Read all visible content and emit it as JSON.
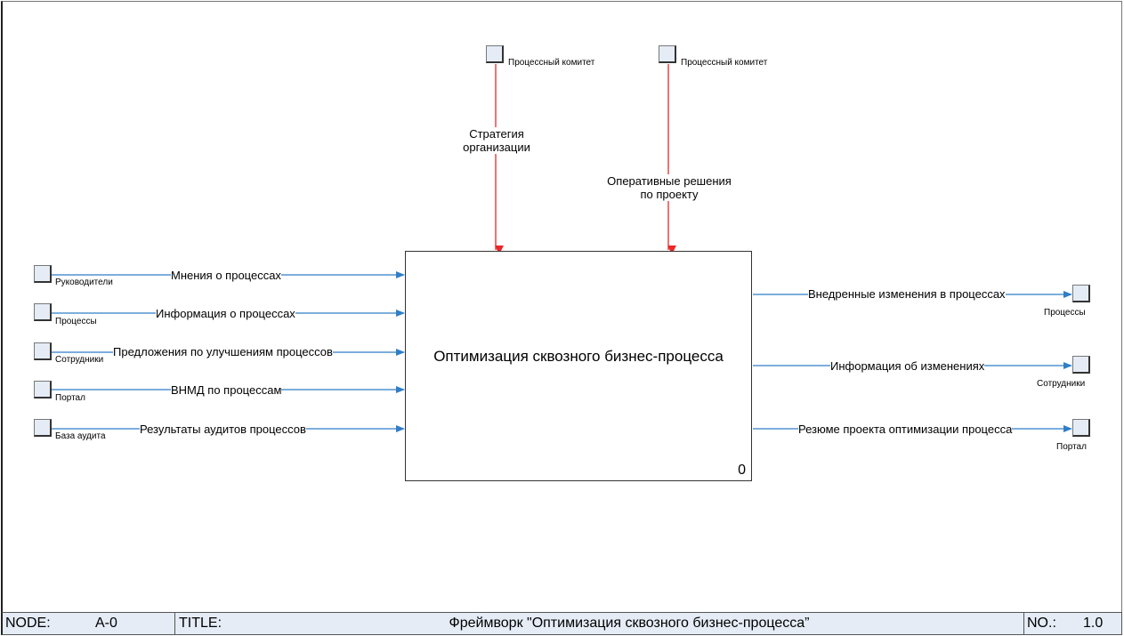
{
  "diagram": {
    "activity": {
      "name": "Оптимизация сквозного бизнес-процесса",
      "number": "0"
    },
    "controls": [
      {
        "label": [
          "Стратегия",
          "организации"
        ],
        "tunnel": "Процессный комитет"
      },
      {
        "label": [
          "Оперативные решения",
          "по проекту"
        ],
        "tunnel": "Процессный комитет"
      }
    ],
    "inputs": [
      {
        "label": "Мнения о процессах",
        "tunnel": "Руководители"
      },
      {
        "label": "Информация о процессах",
        "tunnel": "Процессы"
      },
      {
        "label": "Предложения по улучшениям процессов",
        "tunnel": "Сотрудники"
      },
      {
        "label": "ВНМД по процессам",
        "tunnel": "Портал"
      },
      {
        "label": "Результаты аудитов процессов",
        "tunnel": "База аудита"
      }
    ],
    "outputs": [
      {
        "label": "Внедренные изменения в процессах",
        "tunnel": "Процессы"
      },
      {
        "label": "Информация об изменениях",
        "tunnel": "Сотрудники"
      },
      {
        "label": "Резюме проекта оптимизации процесса",
        "tunnel": "Портал"
      }
    ],
    "colors": {
      "input_arrow": "#2f7ec8",
      "output_arrow": "#2f7ec8",
      "control_arrow": "#e8282a",
      "tunnel_fill": "#e5ecf6"
    }
  },
  "footer": {
    "node_label": "NODE:",
    "node_value": "A-0",
    "title_label": "TITLE:",
    "title_value": "Фреймворк \"Оптимизация сквозного бизнес-процесса”",
    "no_label": "NO.:",
    "no_value": "1.0"
  }
}
